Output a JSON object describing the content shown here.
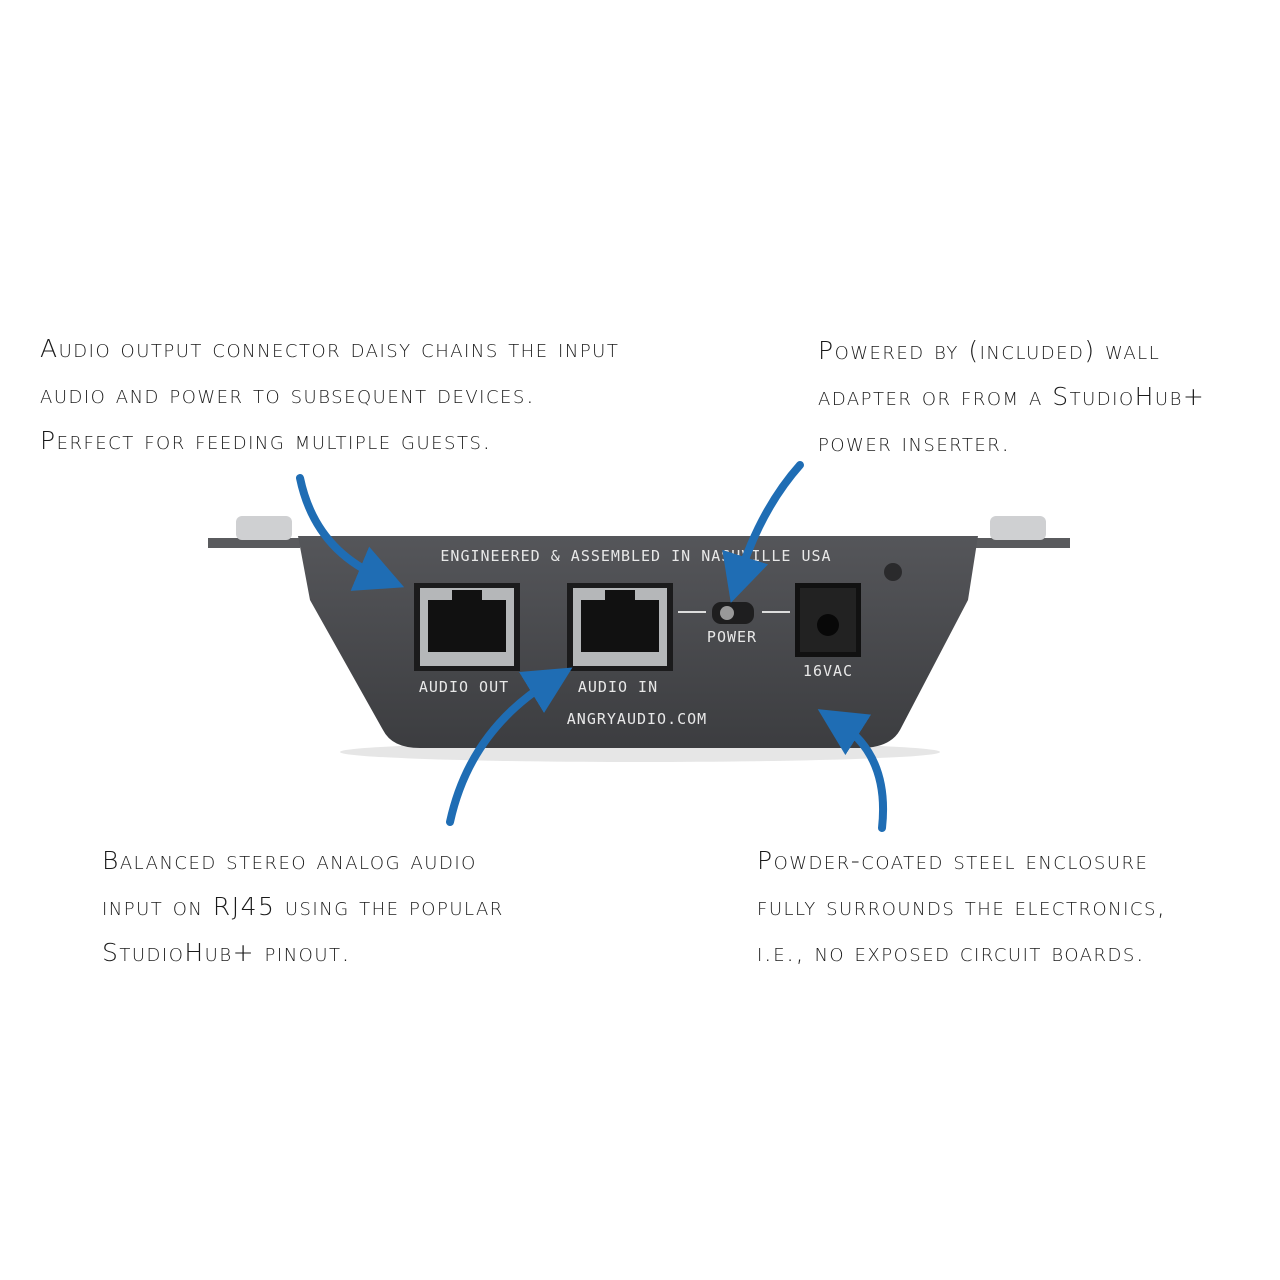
{
  "annotations": {
    "audio_out": {
      "lines": [
        "Audio output connector daisy chains the input",
        "audio and power to subsequent devices.",
        "Perfect for feeding multiple guests."
      ]
    },
    "power": {
      "lines": [
        "Powered by (included) wall",
        "adapter or from a StudioHub+",
        "power inserter."
      ]
    },
    "audio_in": {
      "lines": [
        "Balanced stereo analog audio",
        "input on RJ45 using the popular",
        "StudioHub+ pinout."
      ]
    },
    "enclosure": {
      "lines": [
        "Powder-coated steel enclosure",
        "fully surrounds the electronics,",
        "i.e., no exposed circuit boards."
      ]
    }
  },
  "device": {
    "top_label": "ENGINEERED & ASSEMBLED IN NASHVILLE USA",
    "audio_out_label": "AUDIO OUT",
    "audio_in_label": "AUDIO IN",
    "power_label": "POWER",
    "dc_label": "16VAC",
    "website": "ANGRYAUDIO.COM"
  },
  "colors": {
    "arrow": "#1f6db4",
    "panel": "#4a4b4e"
  }
}
